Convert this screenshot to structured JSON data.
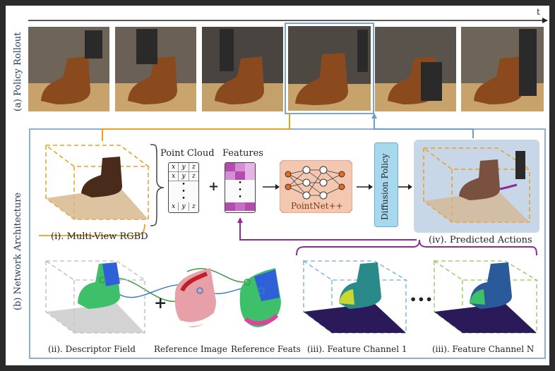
{
  "timeline": {
    "label": "t"
  },
  "rows": {
    "policy_rollout": "(a) Policy Rollout",
    "network_architecture": "(b) Network Architecture"
  },
  "point_cloud": {
    "title": "Point Cloud",
    "cols": [
      "x",
      "y",
      "z"
    ]
  },
  "features": {
    "title": "Features"
  },
  "ops": {
    "plus": "+",
    "arrow": "→",
    "ellipsis": "•••"
  },
  "pointnet": {
    "label": "PointNet++"
  },
  "diffusion": {
    "label": "Diffusion Policy"
  },
  "captions": {
    "multiview": "(i). Multi-View RGBD",
    "predicted": "(iv). Predicted Actions",
    "descriptor": "(ii). Descriptor Field",
    "ref_image": "Reference Image",
    "ref_feats": "Reference Feats",
    "channel_1": "(iii). Feature Channel 1",
    "channel_n": "(iii). Feature Channel N"
  },
  "colors": {
    "accent_blue": "#6a9ed0",
    "orange": "#e8a020",
    "purple": "#8e2b9a",
    "pointnet_fill": "#f4c7b0",
    "diffusion_fill": "#a8d8ee",
    "feature_pink": "#e6a0e0"
  }
}
